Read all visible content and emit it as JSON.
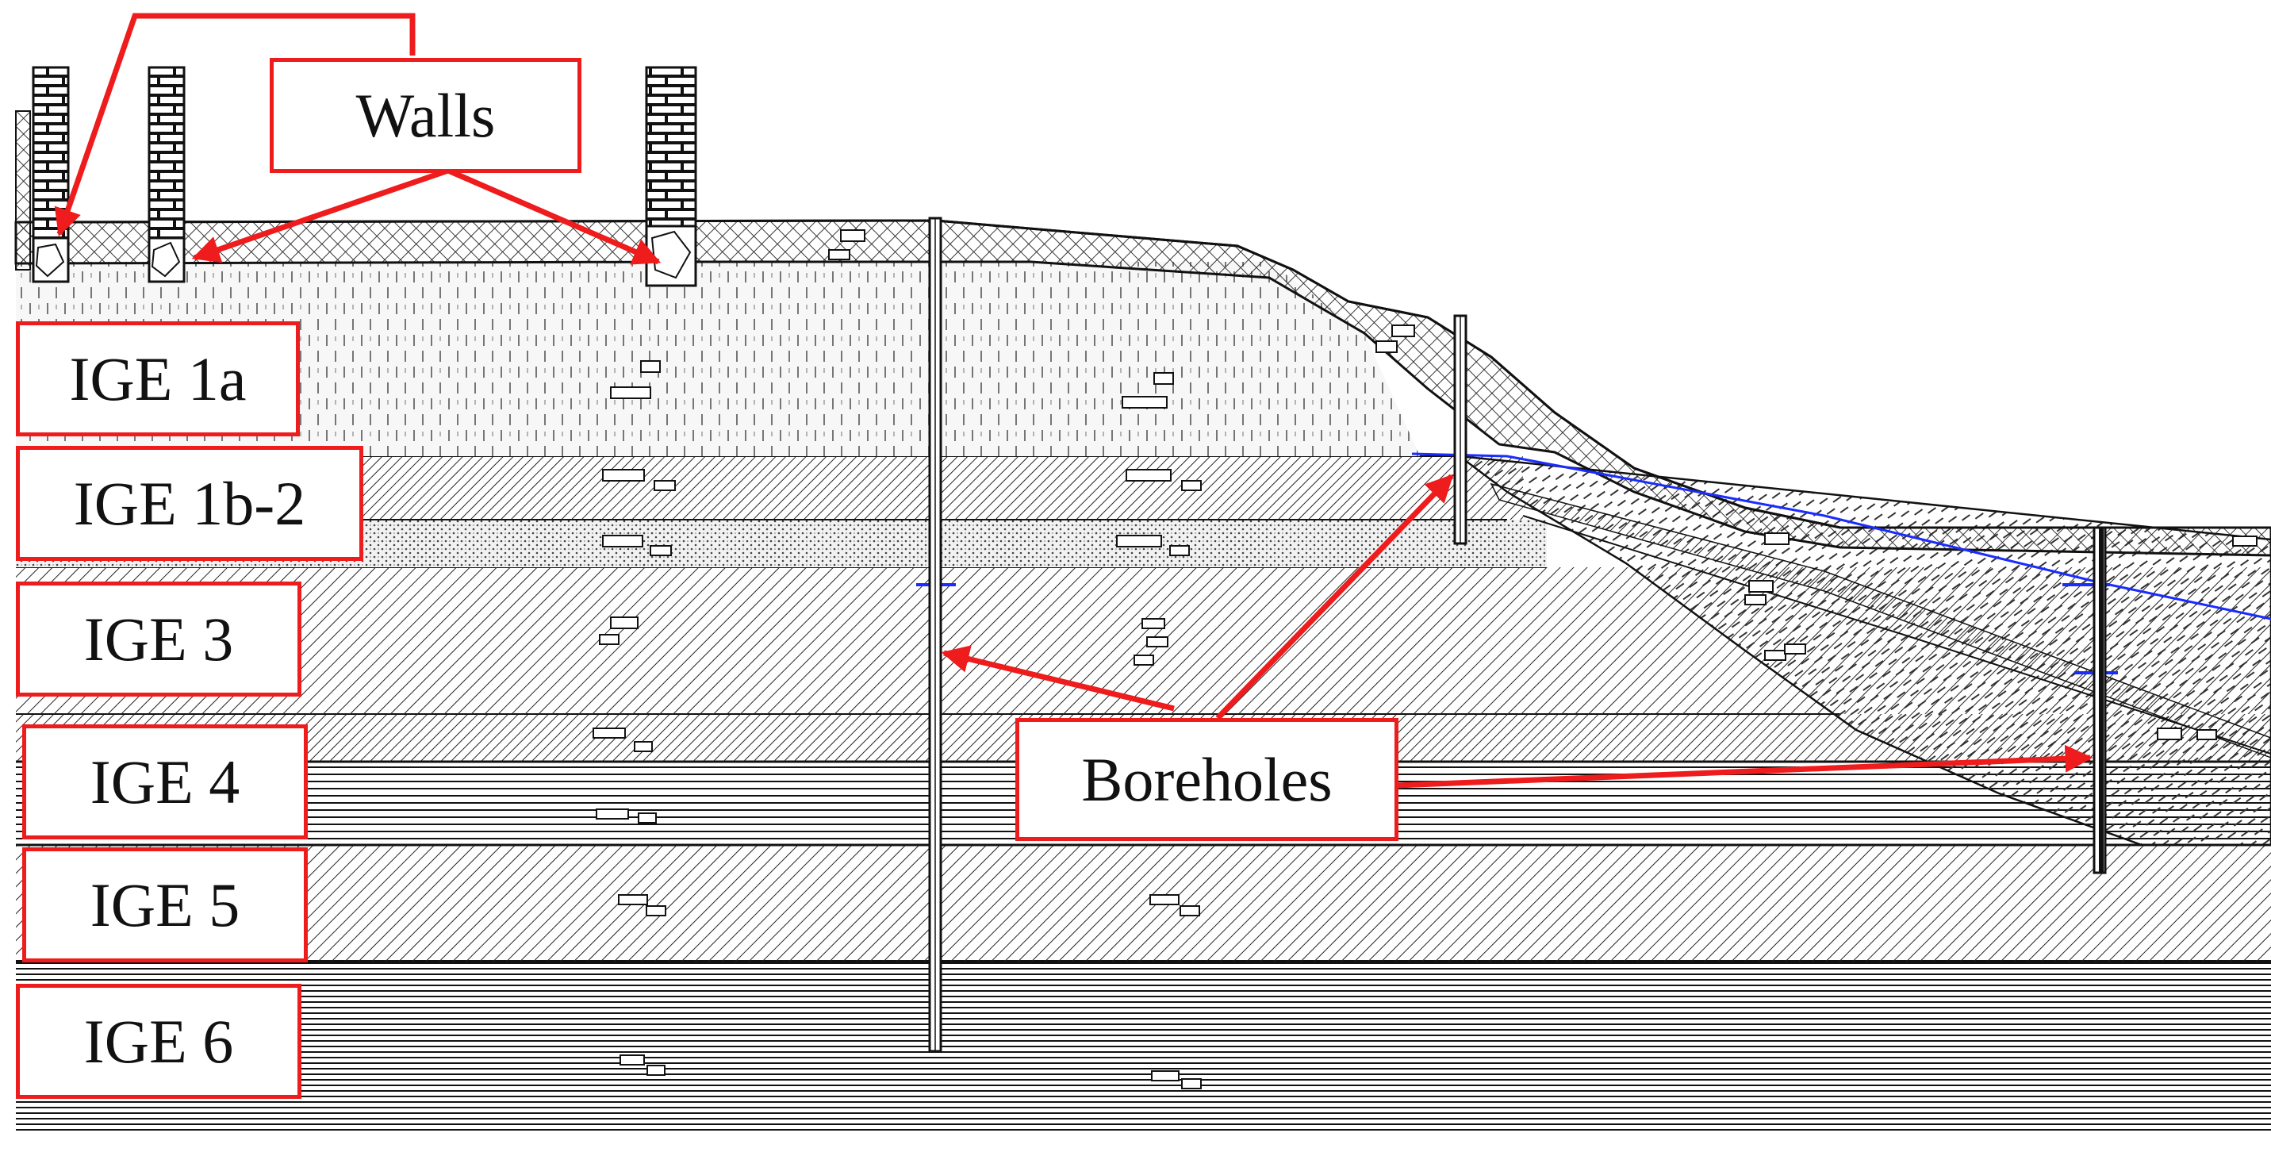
{
  "labels": {
    "walls": "Walls",
    "boreholes": "Boreholes"
  },
  "layers": [
    {
      "id": "ige-1a",
      "label": "IGE 1a"
    },
    {
      "id": "ige-1b-2",
      "label": "IGE 1b-2"
    },
    {
      "id": "ige-3",
      "label": "IGE 3"
    },
    {
      "id": "ige-4",
      "label": "IGE 4"
    },
    {
      "id": "ige-5",
      "label": "IGE 5"
    },
    {
      "id": "ige-6",
      "label": "IGE 6"
    }
  ],
  "colors": {
    "annotation": "#ee1c1c",
    "line": "#111111",
    "groundwater": "#1a2cff"
  }
}
